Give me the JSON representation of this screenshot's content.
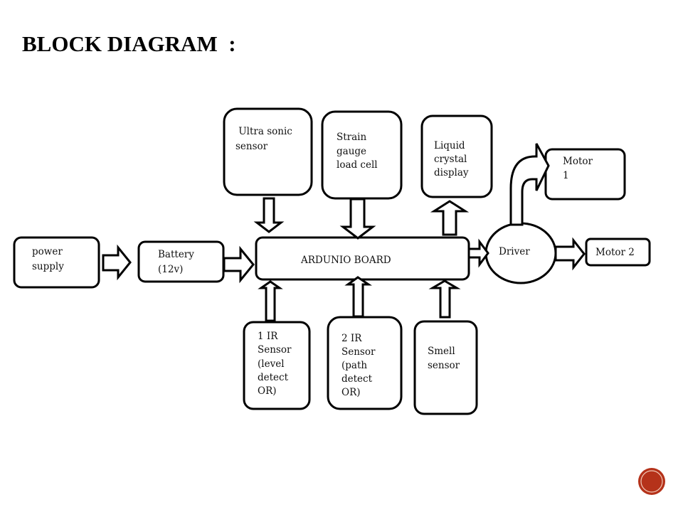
{
  "slide": {
    "title": "BLOCK DIAGRAM  :",
    "accent_color": "#b5321a"
  },
  "blocks": {
    "power_supply": [
      "power",
      "supply"
    ],
    "battery": [
      "Battery",
      "(12v)"
    ],
    "arduino": [
      "ARDUNIO BOARD"
    ],
    "ultrasonic": [
      " Ultra sonic",
      "sensor"
    ],
    "strain_gauge": [
      "Strain",
      "gauge",
      "load cell"
    ],
    "lcd": [
      "Liquid",
      "crystal",
      "display"
    ],
    "driver": [
      "Driver"
    ],
    "motor1": [
      "Motor",
      "1"
    ],
    "motor2": [
      "Motor 2"
    ],
    "ir1": [
      "1 IR",
      "Sensor",
      "(level",
      "detect",
      "OR)"
    ],
    "ir2": [
      "2 IR",
      "Sensor",
      "(path",
      "detect",
      "OR)"
    ],
    "smell": [
      "Smell",
      "sensor"
    ]
  }
}
